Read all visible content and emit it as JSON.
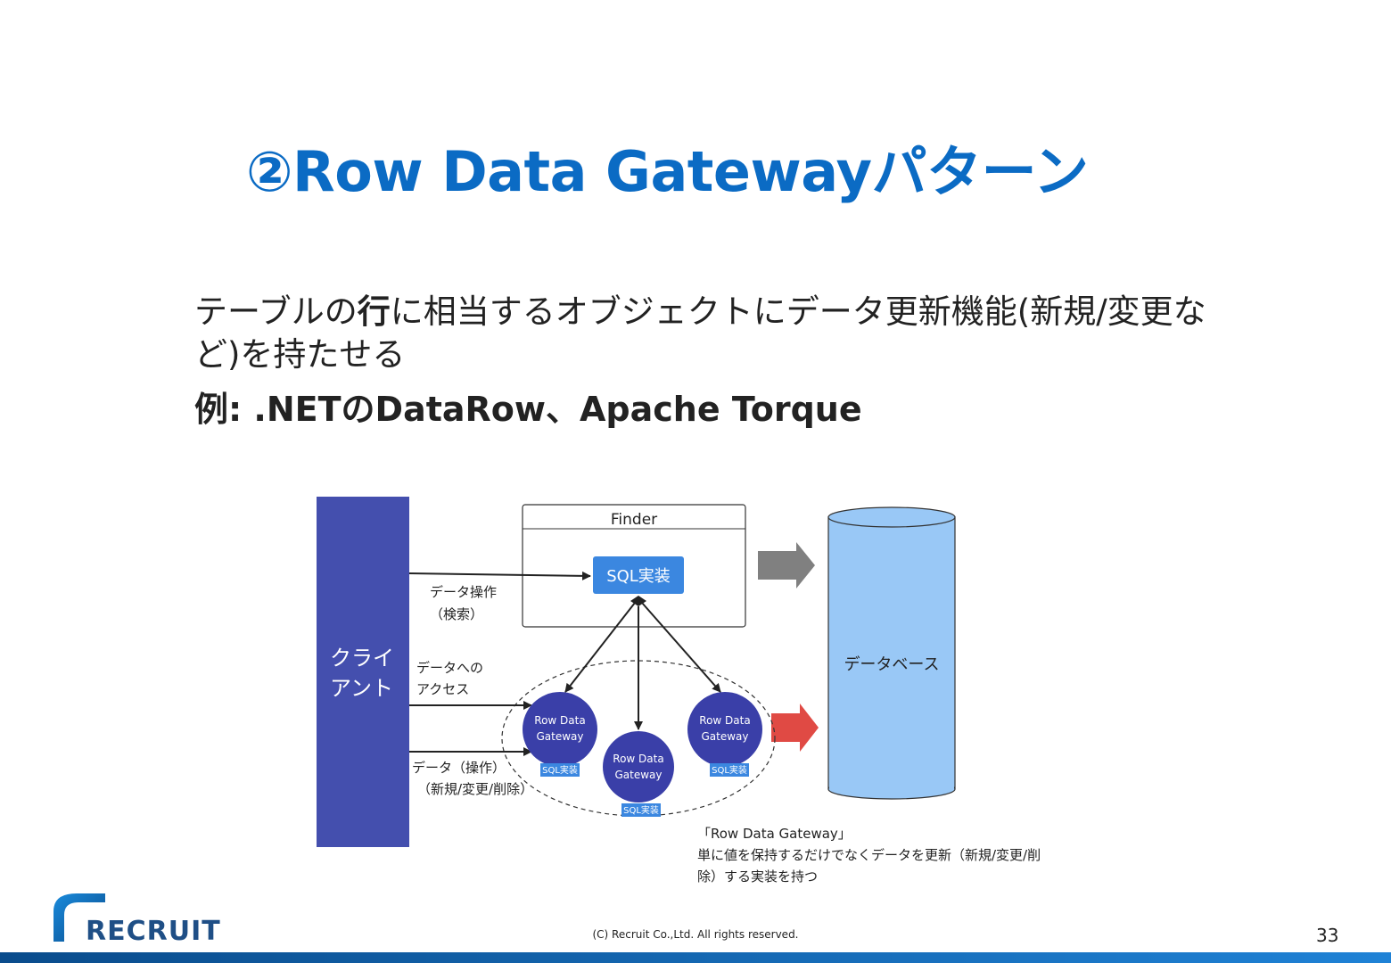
{
  "slide": {
    "title": "②Row Data Gatewayパターン",
    "description_pre": "テーブルの",
    "description_bold": "行",
    "description_post": "に相当するオブジェクトにデータ更新機能(新規/変更など)を持たせる",
    "example": "例: .NETのDataRow、Apache Torque",
    "copyright": "(C) Recruit Co.,Ltd. All rights reserved.",
    "page_number": "33",
    "logo_text": "RECRUIT"
  },
  "diagram": {
    "client_line1": "クライ",
    "client_line2": "アント",
    "finder_label": "Finder",
    "sql_impl": "SQL実装",
    "db_label": "データベース",
    "op_search_line1": "データ操作",
    "op_search_line2": "（検索）",
    "access_line1": "データへの",
    "access_line2": "アクセス",
    "op_update_line1": "データ（操作）",
    "op_update_line2": "（新規/変更/削除）",
    "gateway_line1": "Row Data",
    "gateway_line2": "Gateway",
    "gateway_sql_tag": "SQL実装",
    "note_line1": "「Row Data Gateway」",
    "note_line2": "単に値を保持するだけでなくデータを更新（新規/変更/削",
    "note_line3": "除）する実装を持つ"
  },
  "colors": {
    "title": "#0b6bc4",
    "client": "#444fae",
    "sql_box": "#3b87e0",
    "gateway": "#3a3fa8",
    "database": "#99c8f6",
    "gray_arrow": "#808080",
    "red_arrow": "#e04a44"
  }
}
